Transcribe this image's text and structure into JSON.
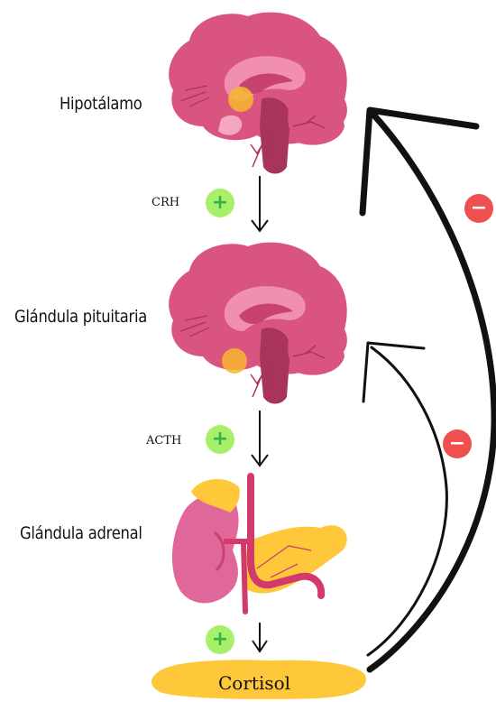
{
  "labels": {
    "hypothalamus": "Hipotálamo",
    "pituitary": "Glándula pituitaria",
    "adrenal": "Glándula adrenal",
    "crh": "CRH",
    "acth": "ACTH",
    "cortisol": "Cortisol"
  },
  "signs": {
    "plus": "+",
    "minus": "−"
  },
  "colors": {
    "brain": "#d9557f",
    "brain_light": "#f08fb0",
    "brainstem": "#a8335c",
    "gland_highlight": "#f7b733",
    "kidney": "#e0679a",
    "adrenal_cap": "#ffc83a",
    "pancreas": "#ffc83a",
    "vessel": "#d23a6b",
    "cortisol_blob": "#ffc83a",
    "plus_bg": "#a8f06a",
    "minus_bg": "#ef4f4f"
  },
  "icons": [
    "brain-icon",
    "pituitary-brain-icon",
    "kidney-adrenal-icon"
  ]
}
